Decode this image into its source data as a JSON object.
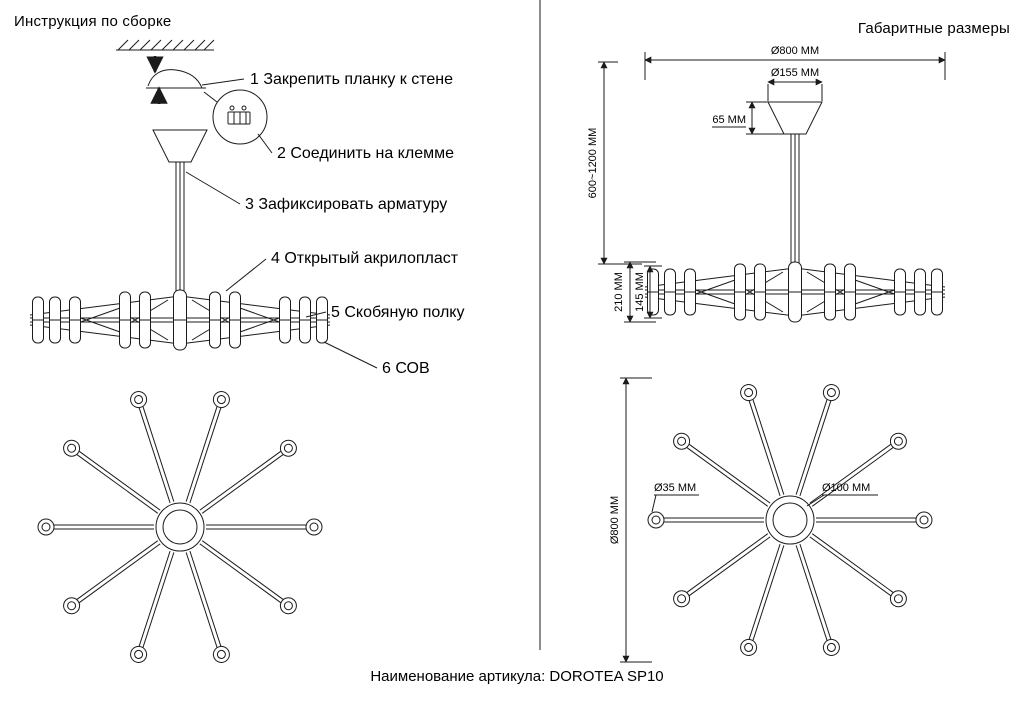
{
  "titles": {
    "left": "Инструкция по сборке",
    "right": "Габаритные размеры"
  },
  "steps": [
    {
      "label": "1 Закрепить планку к стене"
    },
    {
      "label": "2 Соединить на клемме"
    },
    {
      "label": "3 Зафиксировать арматуру"
    },
    {
      "label": "4 Открытый акрилопласт"
    },
    {
      "label": "5 Скобяную полку"
    },
    {
      "label": "6 СОВ"
    }
  ],
  "dimensions": {
    "overall_diameter_top": "Ø800 ММ",
    "canopy_diameter": "Ø155 ММ",
    "canopy_height": "65 ММ",
    "suspension_height": "600~1200 ММ",
    "body_height": "210 ММ",
    "shade_height": "145 ММ",
    "overall_diameter_bottom": "Ø800 ММ",
    "end_cap_diameter": "Ø35 ММ",
    "hub_diameter": "Ø100 ММ"
  },
  "footer": {
    "label": "Наименование артикула: DOROTEA SP10"
  }
}
